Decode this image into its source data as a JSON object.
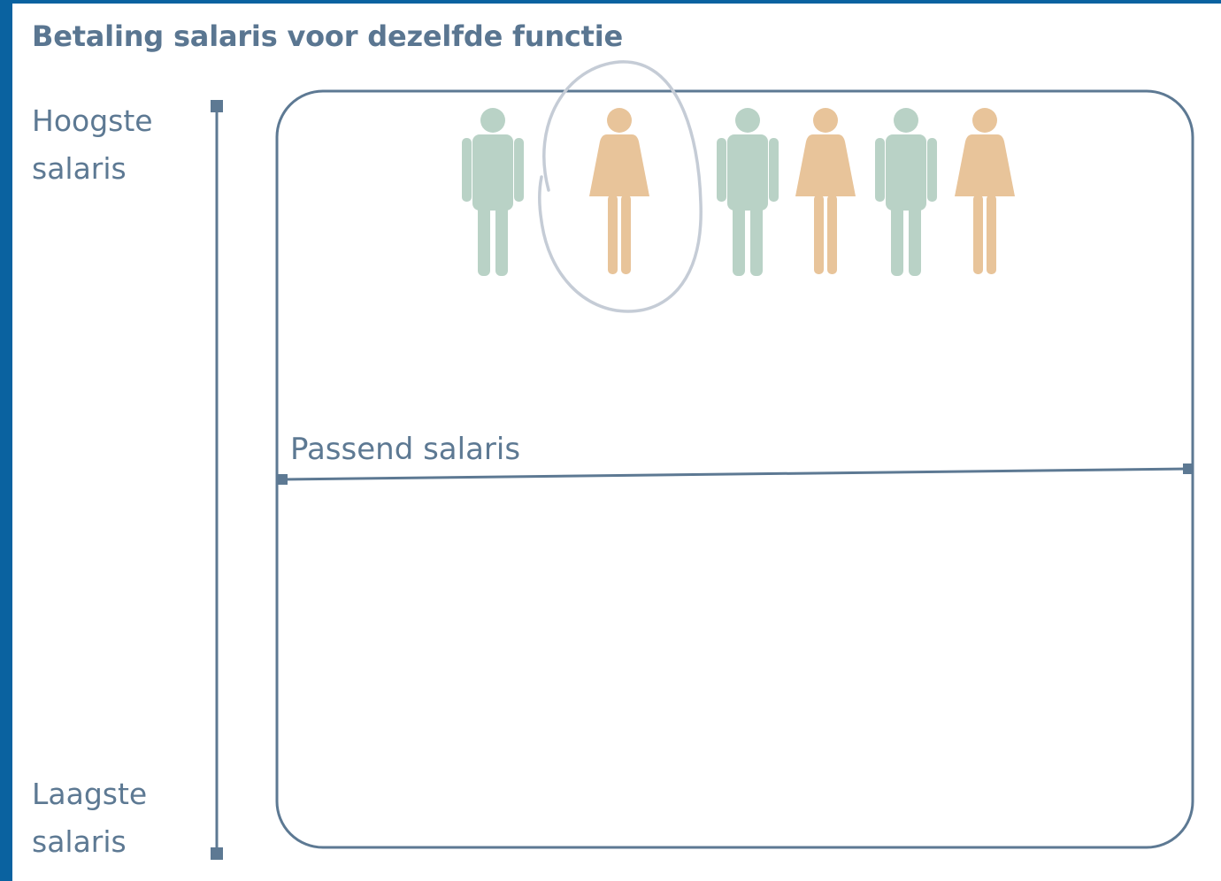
{
  "title": "Betaling salaris voor dezelfde functie",
  "axis": {
    "high_label": [
      "Hoogste",
      "salaris"
    ],
    "low_label": [
      "Laagste",
      "salaris"
    ]
  },
  "reference_line_label": "Passend salaris",
  "people": [
    {
      "gender": "man",
      "color": "#b9d2c6",
      "highlighted": false
    },
    {
      "gender": "woman",
      "color": "#e8c49a",
      "highlighted": true
    },
    {
      "gender": "man",
      "color": "#b9d2c6",
      "highlighted": false
    },
    {
      "gender": "woman",
      "color": "#e8c49a",
      "highlighted": false
    },
    {
      "gender": "man",
      "color": "#b9d2c6",
      "highlighted": false
    },
    {
      "gender": "woman",
      "color": "#e8c49a",
      "highlighted": false
    }
  ],
  "colors": {
    "frame": "#0a62a0",
    "line": "#5d7993",
    "title": "#5a7691",
    "man": "#b9d2c6",
    "woman": "#e8c49a",
    "highlight_circle": "#c5ccd6"
  }
}
